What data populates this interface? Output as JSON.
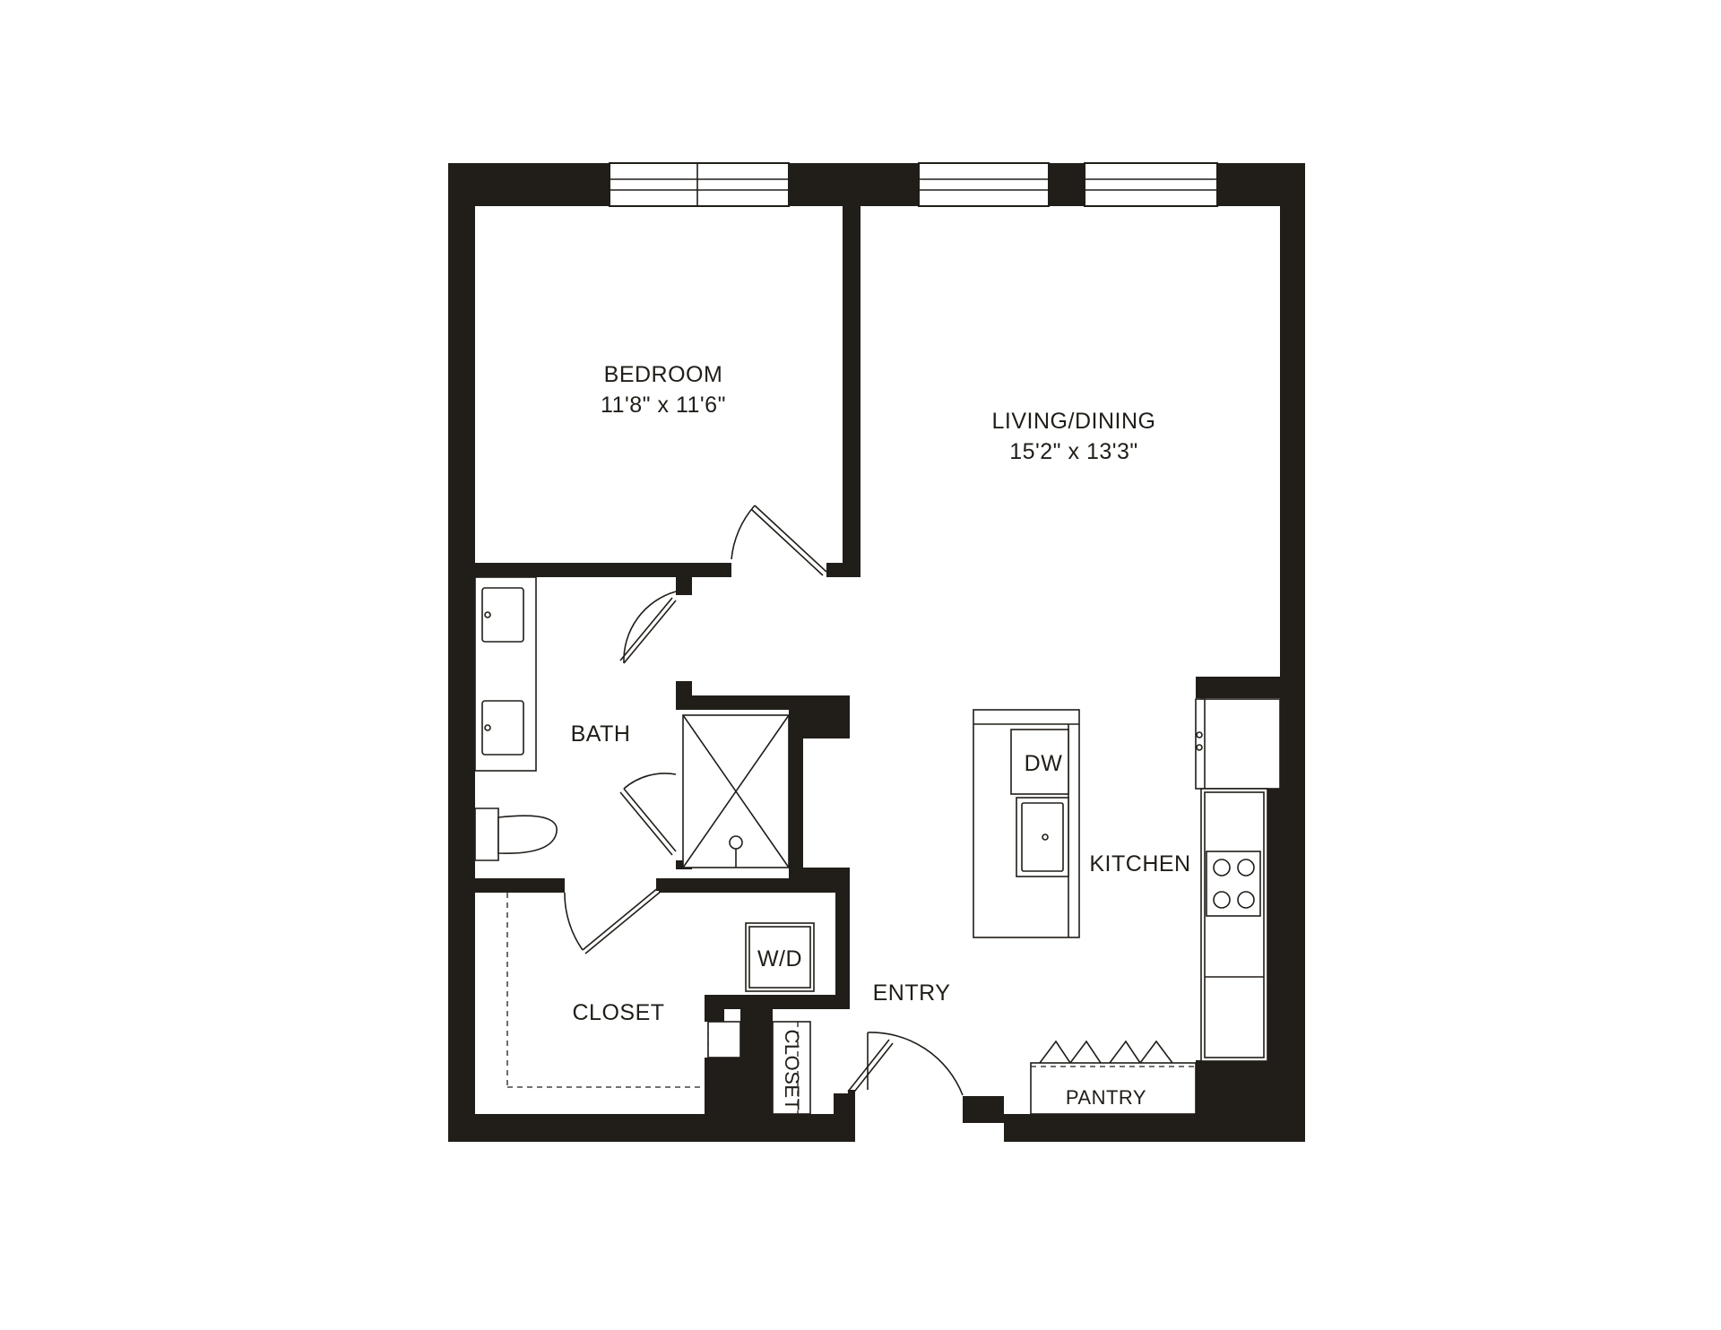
{
  "rooms": {
    "bedroom": {
      "name": "BEDROOM",
      "size": "11'8\" x 11'6\""
    },
    "living": {
      "name": "LIVING/DINING",
      "size": "15'2\" x 13'3\""
    },
    "bath": {
      "name": "BATH"
    },
    "kitchen": {
      "name": "KITCHEN"
    },
    "closet": {
      "name": "CLOSET"
    },
    "entry": {
      "name": "ENTRY"
    },
    "pantry": {
      "name": "PANTRY"
    },
    "small_closet": {
      "name": "CLOSET"
    }
  },
  "appliances": {
    "dishwasher": "DW",
    "washer_dryer": "W/D"
  },
  "colors": {
    "wall": "#211d18",
    "background": "#ffffff"
  }
}
